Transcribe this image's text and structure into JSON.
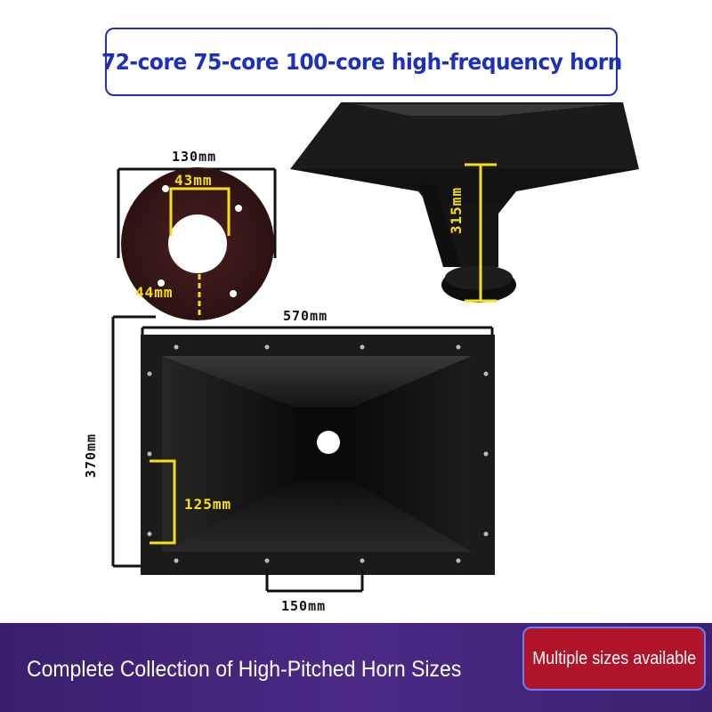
{
  "title": "72-core 75-core 100-core high-frequency horn",
  "flange_diagram": {
    "outer_diameter_label": "130mm",
    "throat_label": "43mm",
    "offset_label": "44mm"
  },
  "side_view": {
    "height_label": "315mm"
  },
  "front_view": {
    "width_label": "570mm",
    "height_label": "370mm",
    "mouth_label": "125mm",
    "bottom_label": "150mm"
  },
  "footer": {
    "caption": "Complete Collection of High-Pitched Horn Sizes",
    "badge": "Multiple sizes available"
  },
  "colors": {
    "title_blue": "#1f2fb6",
    "accent_yellow": "#f5e11a",
    "badge_red": "#b0142a",
    "footer_purple": "#3a1f6e"
  }
}
